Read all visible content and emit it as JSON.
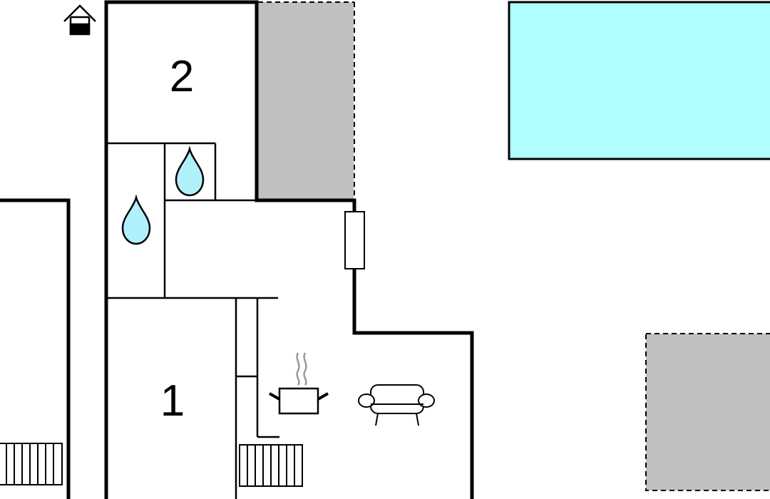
{
  "floor_plan": {
    "rooms": [
      {
        "id": "bedroom-1",
        "label": "1"
      },
      {
        "id": "bedroom-2",
        "label": "2"
      }
    ],
    "icons": [
      {
        "name": "house-entrance-icon"
      },
      {
        "name": "water-drop-icon",
        "room": "bathroom"
      },
      {
        "name": "water-drop-icon",
        "room": "wc"
      },
      {
        "name": "cooking-pot-icon",
        "room": "kitchen"
      },
      {
        "name": "sofa-icon",
        "room": "living-room"
      },
      {
        "name": "staircase-icon"
      }
    ],
    "areas": [
      {
        "name": "terrace",
        "style": "dashed"
      },
      {
        "name": "swimming-pool"
      }
    ],
    "colors": {
      "wall": "#000000",
      "terrace": "#c0c0c0",
      "pool": "#b0ffff",
      "water": "#b0f0fa",
      "background": "#ffffff"
    }
  }
}
